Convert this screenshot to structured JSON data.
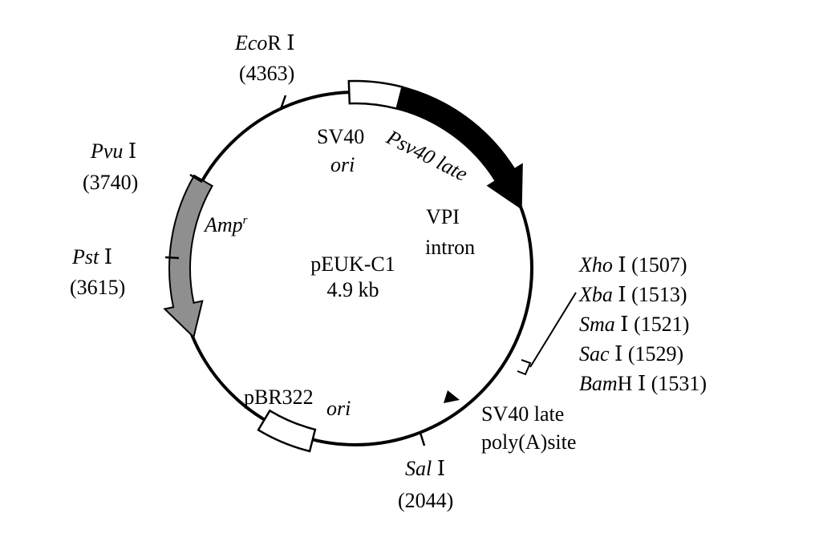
{
  "plasmid": {
    "name": "pEUK-C1",
    "size": "4.9 kb"
  },
  "colors": {
    "line": "#000000",
    "amp_fill": "#8f8f8f",
    "promoter_fill": "#000000",
    "ori_fill": "#ffffff"
  },
  "sites": {
    "ecori": {
      "enzyme_italic": "Eco",
      "enzyme_rest": "R Ⅰ",
      "position": "(4363)"
    },
    "pvui": {
      "enzyme_italic": "Pvu",
      "enzyme_rest": " Ⅰ",
      "position": "(3740)"
    },
    "psti": {
      "enzyme_italic": "Pst",
      "enzyme_rest": " Ⅰ",
      "position": "(3615)"
    },
    "sali": {
      "enzyme_italic": "Sal",
      "enzyme_rest": " Ⅰ",
      "position": "(2044)"
    },
    "mcs": [
      {
        "enzyme_italic": "Xho",
        "enzyme_rest": " Ⅰ",
        "position": " (1507)"
      },
      {
        "enzyme_italic": "Xba",
        "enzyme_rest": " Ⅰ",
        "position": " (1513)"
      },
      {
        "enzyme_italic": "Sma",
        "enzyme_rest": " Ⅰ",
        "position": " (1521)"
      },
      {
        "enzyme_italic": "Sac",
        "enzyme_rest": " Ⅰ",
        "position": " (1529)"
      },
      {
        "enzyme_italic": "Bam",
        "enzyme_rest": "H Ⅰ",
        "position": " (1531)"
      }
    ]
  },
  "features": {
    "sv40_ori": {
      "line1": "SV40",
      "line2": "ori"
    },
    "psv40_late": "Psv40 late",
    "vpi_intron": {
      "line1": "VPI",
      "line2": "intron"
    },
    "amp": {
      "text": "Amp",
      "superscript": "r"
    },
    "pbr322_ori": {
      "line1": "pBR322",
      "line2": "ori"
    },
    "sv40_polya": {
      "line1": "SV40 late",
      "line2": "poly(A)site"
    }
  }
}
